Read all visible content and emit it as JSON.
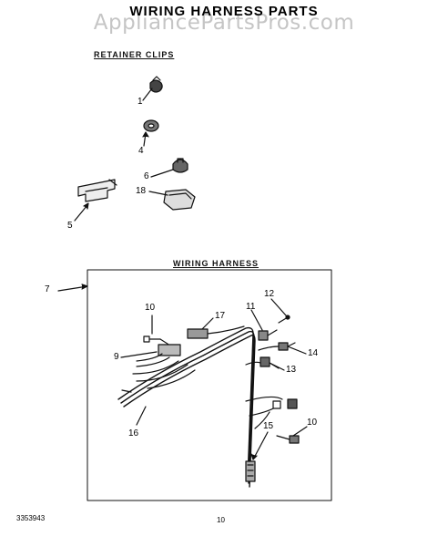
{
  "header": {
    "title": "WIRING HARNESS PARTS",
    "watermark": "AppliancePartsPros.com"
  },
  "sections": {
    "retainer_clips": "RETAINER CLIPS",
    "wiring_harness": "WIRING HARNESS"
  },
  "callouts": {
    "c1": "1",
    "c4": "4",
    "c6": "6",
    "c18": "18",
    "c5": "5",
    "c7": "7",
    "c10a": "10",
    "c9": "9",
    "c17": "17",
    "c11": "11",
    "c12": "12",
    "c14": "14",
    "c13": "13",
    "c16": "16",
    "c15": "15",
    "c10b": "10"
  },
  "footer": {
    "doc_number": "3353943",
    "page_number": "10"
  }
}
